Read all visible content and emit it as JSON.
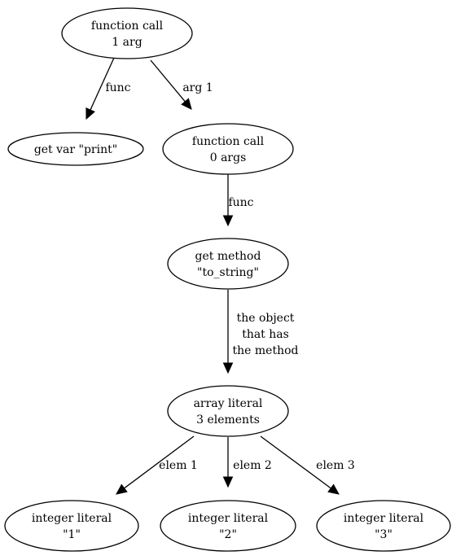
{
  "nodes": [
    {
      "id": "n_call1",
      "lines": [
        "function call",
        "1 arg"
      ]
    },
    {
      "id": "n_print",
      "lines": [
        "get var \"print\""
      ]
    },
    {
      "id": "n_call0",
      "lines": [
        "function call",
        "0 args"
      ]
    },
    {
      "id": "n_method",
      "lines": [
        "get method",
        "\"to_string\""
      ]
    },
    {
      "id": "n_array",
      "lines": [
        "array literal",
        "3 elements"
      ]
    },
    {
      "id": "n_int1",
      "lines": [
        "integer literal",
        "\"1\""
      ]
    },
    {
      "id": "n_int2",
      "lines": [
        "integer literal",
        "\"2\""
      ]
    },
    {
      "id": "n_int3",
      "lines": [
        "integer literal",
        "\"3\""
      ]
    }
  ],
  "edges": [
    {
      "id": "e_func1",
      "from": "n_call1",
      "to": "n_print",
      "label": [
        "func"
      ]
    },
    {
      "id": "e_arg1",
      "from": "n_call1",
      "to": "n_call0",
      "label": [
        "arg 1"
      ]
    },
    {
      "id": "e_func0",
      "from": "n_call0",
      "to": "n_method",
      "label": [
        "func"
      ]
    },
    {
      "id": "e_object",
      "from": "n_method",
      "to": "n_array",
      "label": [
        "the object",
        "that has",
        "the method"
      ]
    },
    {
      "id": "e_elem1",
      "from": "n_array",
      "to": "n_int1",
      "label": [
        "elem 1"
      ]
    },
    {
      "id": "e_elem2",
      "from": "n_array",
      "to": "n_int2",
      "label": [
        "elem 2"
      ]
    },
    {
      "id": "e_elem3",
      "from": "n_array",
      "to": "n_int3",
      "label": [
        "elem 3"
      ]
    }
  ]
}
